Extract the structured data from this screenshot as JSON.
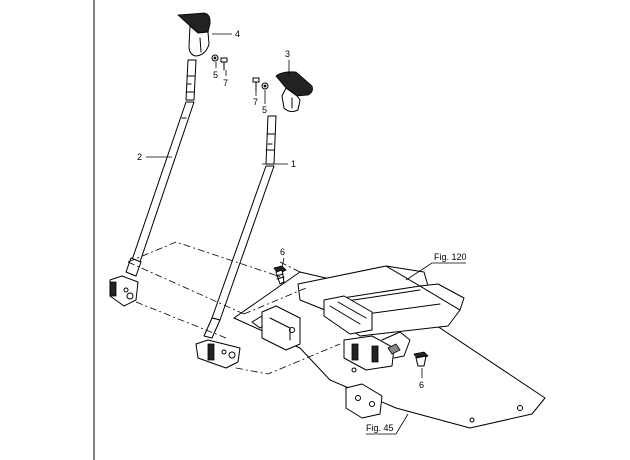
{
  "callouts": {
    "c1": "1",
    "c2": "2",
    "c3": "3",
    "c4": "4",
    "c5a": "5",
    "c5b": "5",
    "c6a": "6",
    "c6b": "6",
    "c7a": "7",
    "c7b": "7"
  },
  "figure_refs": {
    "fig120": "Fig. 120",
    "fig45": "Fig. 45"
  }
}
